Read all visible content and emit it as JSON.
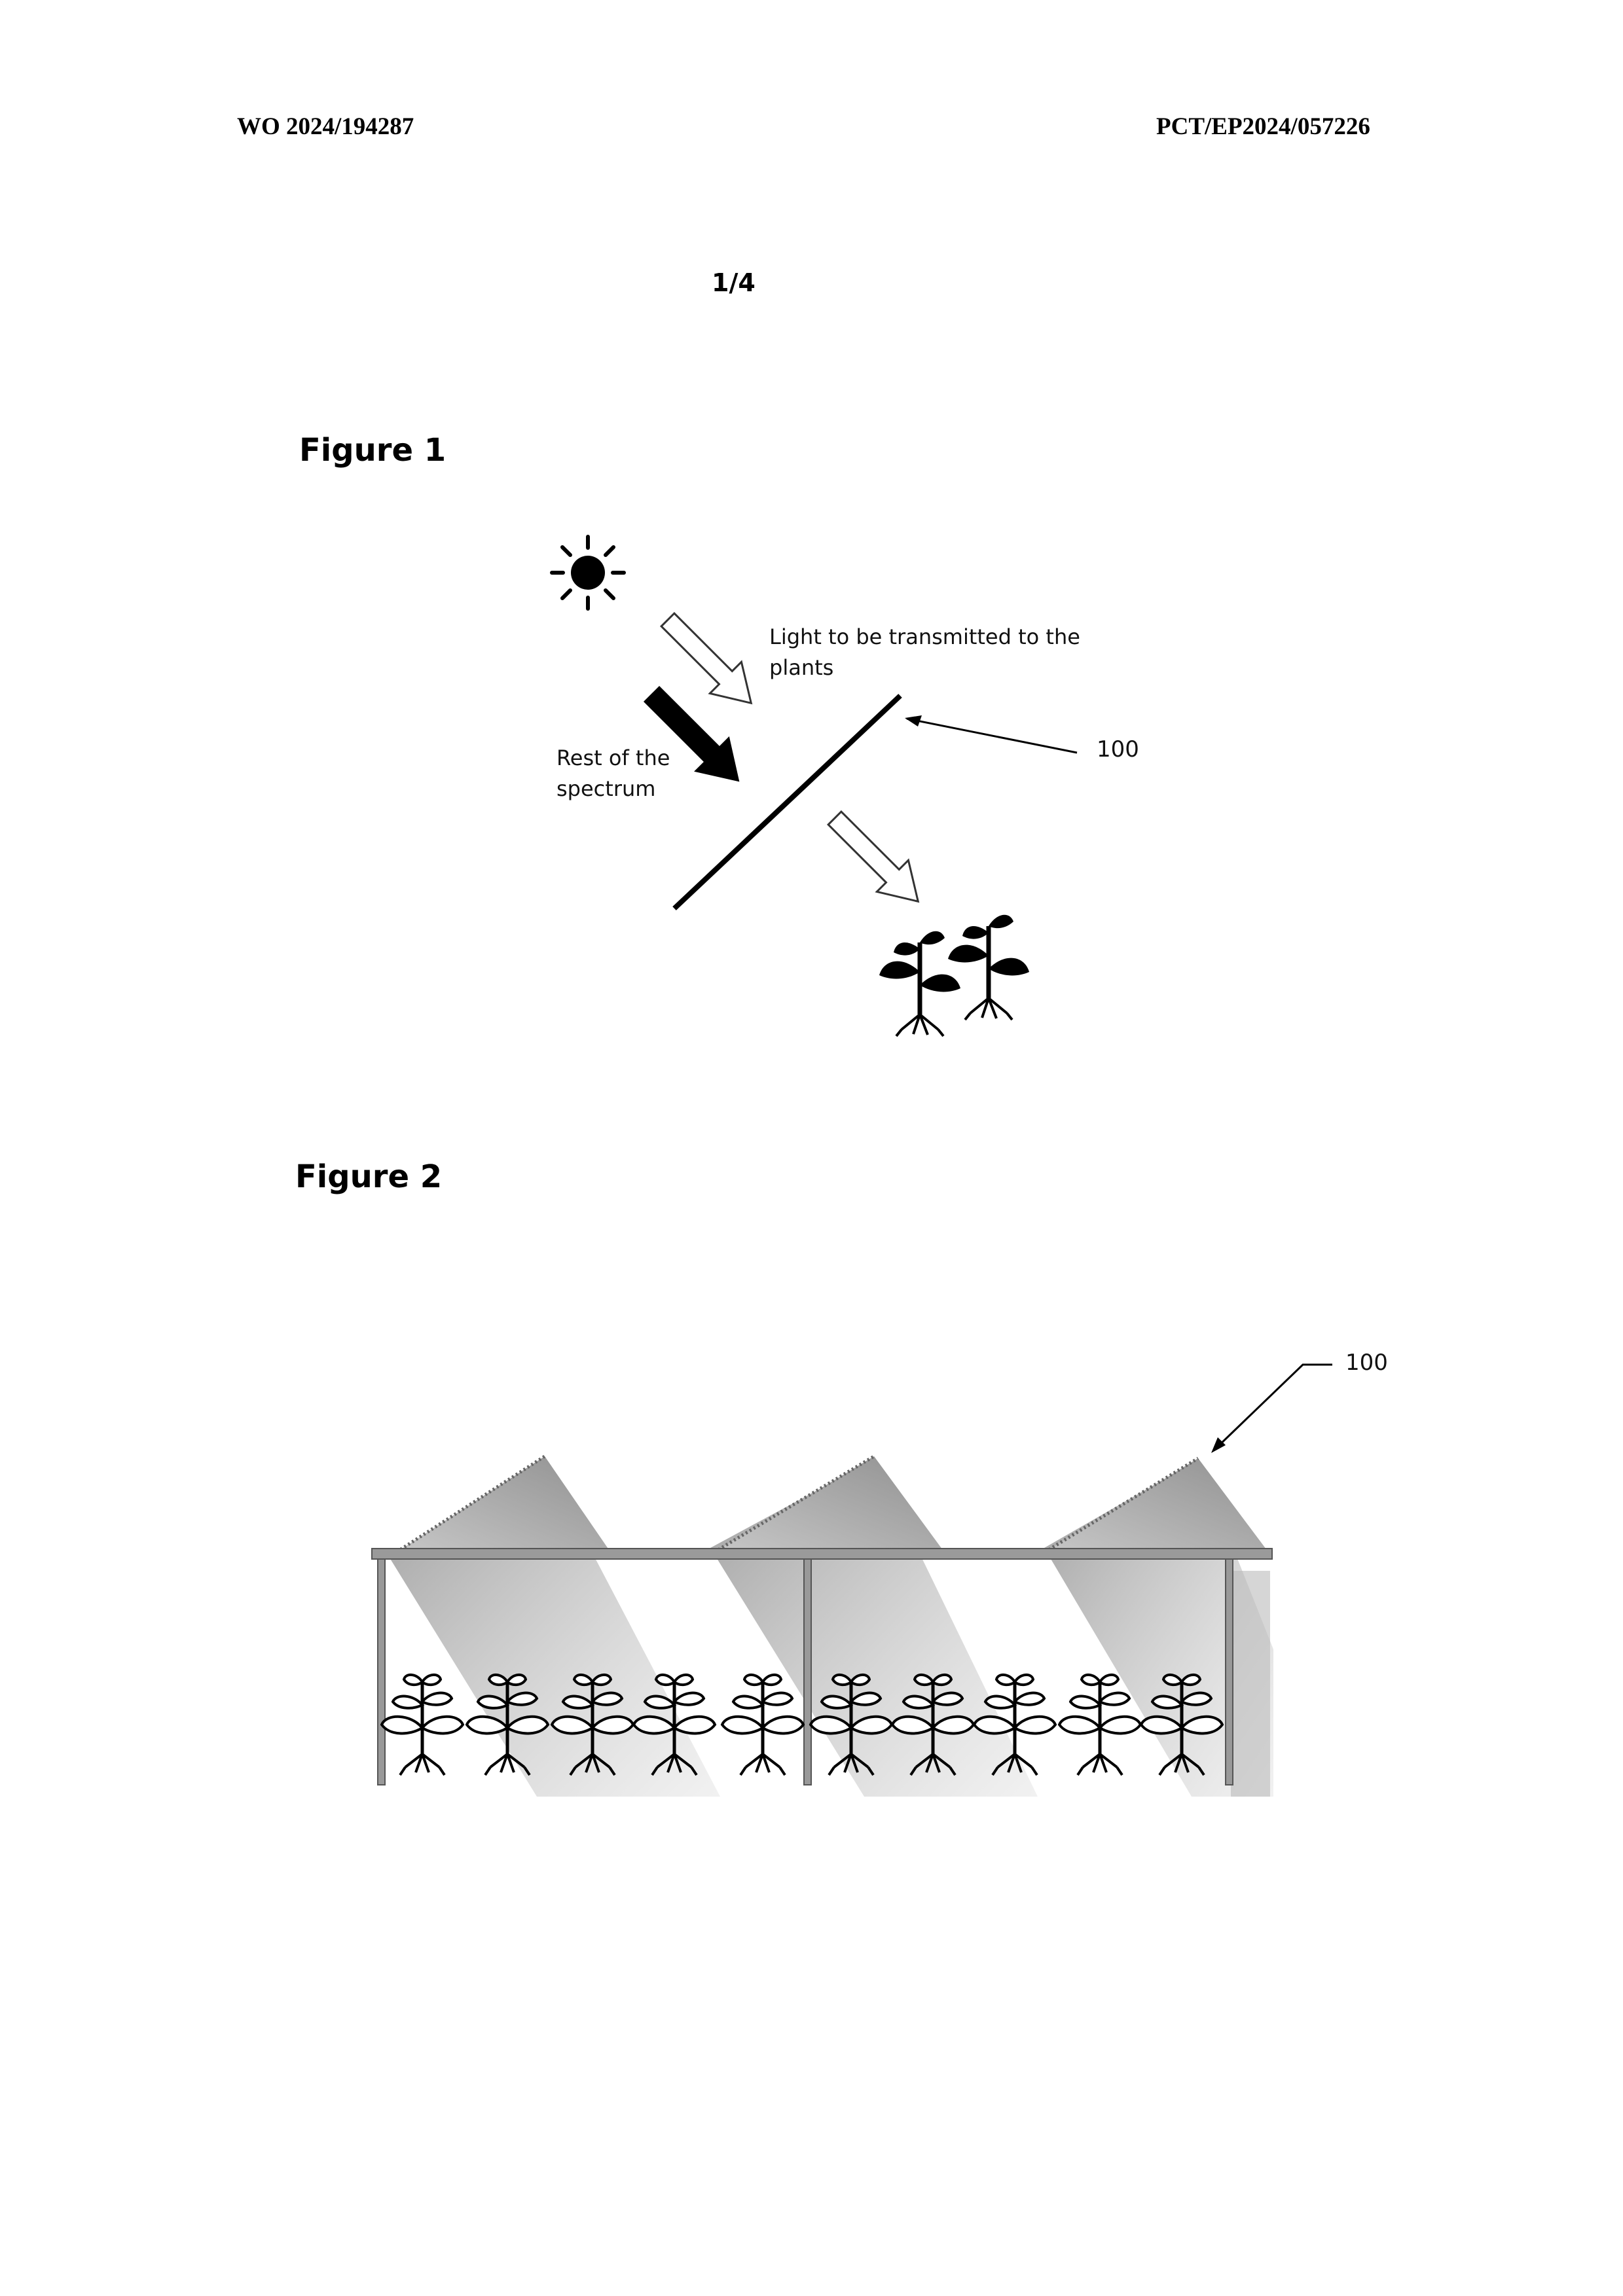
{
  "header": {
    "publication_number": "WO 2024/194287",
    "application_number": "PCT/EP2024/057226"
  },
  "sheet": {
    "number": "1/4"
  },
  "figure1": {
    "title": "Figure 1",
    "light_label": "Light to be transmitted to the plants",
    "rest_label": "Rest of the spectrum",
    "reference": "100",
    "icons": [
      "sun-icon",
      "plant-icon",
      "plant-icon"
    ]
  },
  "figure2": {
    "title": "Figure 2",
    "reference": "100",
    "plant_count": 10,
    "roof_panel_count": 3
  }
}
